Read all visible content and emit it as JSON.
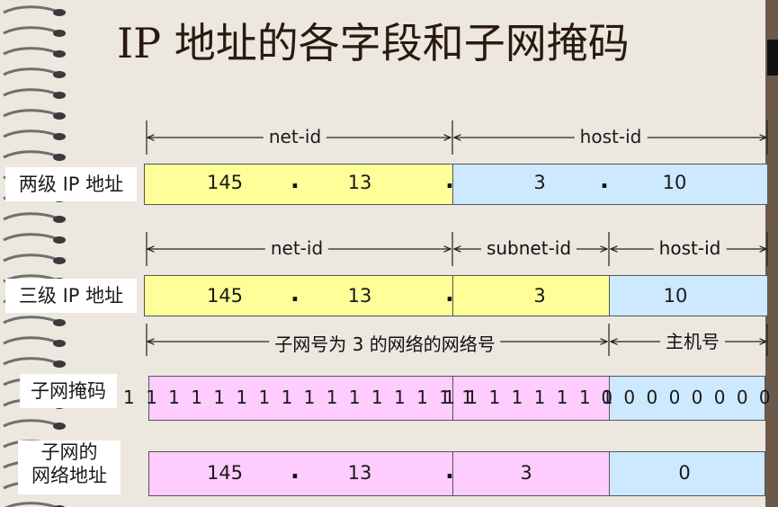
{
  "title": "IP 地址的各字段和子网掩码",
  "rows": {
    "two_level": {
      "label": "两级 IP 地址",
      "segments": [
        "net-id",
        "host-id"
      ],
      "values": [
        "145",
        "13",
        "3",
        "10"
      ]
    },
    "three_level": {
      "label": "三级 IP 地址",
      "segments": [
        "net-id",
        "subnet-id",
        "host-id"
      ],
      "values": [
        "145",
        "13",
        "3",
        "10"
      ]
    },
    "mask_segments": {
      "subnet_network_number": "子网号为 3 的网络的网络号",
      "host_number": "主机号"
    },
    "subnet_mask": {
      "label": "子网掩码",
      "bits_1": "1 1 1 1 1 1 1 1 1 1 1 1 1 1 1 1",
      "bits_2": "1 1 1 1 1 1 1 1",
      "bits_3": "0 0 0 0 0 0 0 0"
    },
    "subnet_address": {
      "label_line1": "子网的",
      "label_line2": "网络地址",
      "values": [
        "145",
        "13",
        "3",
        "0"
      ]
    }
  },
  "separator": ".",
  "colors": {
    "network_part": "#ffff99",
    "host_part": "#cce9ff",
    "mask_part": "#ffccff",
    "background": "#ece7df"
  }
}
